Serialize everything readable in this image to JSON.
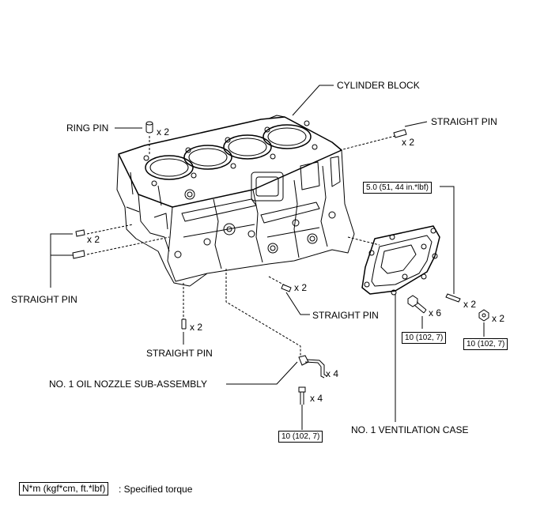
{
  "labels": {
    "cylinder_block": "CYLINDER BLOCK",
    "ring_pin": "RING PIN",
    "straight_pin_top_right": "STRAIGHT PIN",
    "straight_pin_left": "STRAIGHT PIN",
    "straight_pin_center": "STRAIGHT PIN",
    "straight_pin_bottom": "STRAIGHT PIN",
    "oil_nozzle": "NO. 1 OIL NOZZLE SUB-ASSEMBLY",
    "ventilation_case": "NO. 1 VENTILATION CASE"
  },
  "quantities": {
    "ring_pin": "x 2",
    "straight_pin_top_right": "x 2",
    "straight_pin_left": "x 2",
    "straight_pin_center": "x 2",
    "straight_pin_bottom": "x 2",
    "oil_nozzle": "x 4",
    "oil_nozzle_bolt": "x 4",
    "vent_bolt": "x 6",
    "vent_stud": "x 2",
    "vent_nut": "x 2"
  },
  "torques": {
    "stud": "5.0 (51, 44 in.*lbf)",
    "vent_bolt": "10 (102, 7)",
    "vent_nut": "10 (102, 7)",
    "oil_nozzle_bolt": "10 (102, 7)"
  },
  "legend": {
    "unit_box": "N*m (kgf*cm, ft.*lbf)",
    "description": ": Specified torque"
  }
}
